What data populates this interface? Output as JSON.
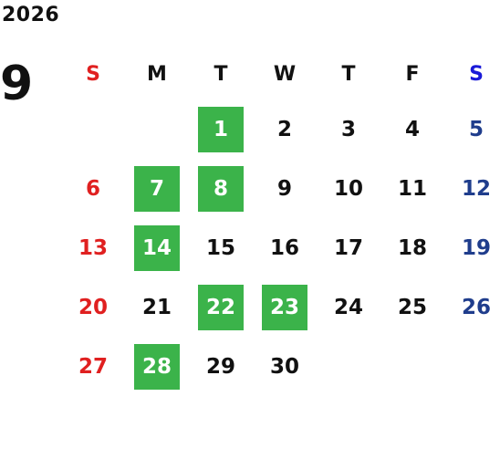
{
  "year": "2026",
  "month": "9",
  "colors": {
    "marked_bg": "#3bb34a",
    "sunday": "#e02020",
    "saturday_header": "#1a1ad8",
    "saturday": "#1f3d8c",
    "default": "#111111",
    "marked_text": "#ffffff"
  },
  "weekdays": [
    {
      "label": "S",
      "kind": "sunday-header"
    },
    {
      "label": "M",
      "kind": "weekday"
    },
    {
      "label": "T",
      "kind": "weekday"
    },
    {
      "label": "W",
      "kind": "weekday"
    },
    {
      "label": "T",
      "kind": "weekday"
    },
    {
      "label": "F",
      "kind": "weekday"
    },
    {
      "label": "S",
      "kind": "saturday-header"
    }
  ],
  "first_weekday_index": 2,
  "days_in_month": 30,
  "marked_days": [
    1,
    7,
    8,
    14,
    22,
    23,
    28
  ]
}
